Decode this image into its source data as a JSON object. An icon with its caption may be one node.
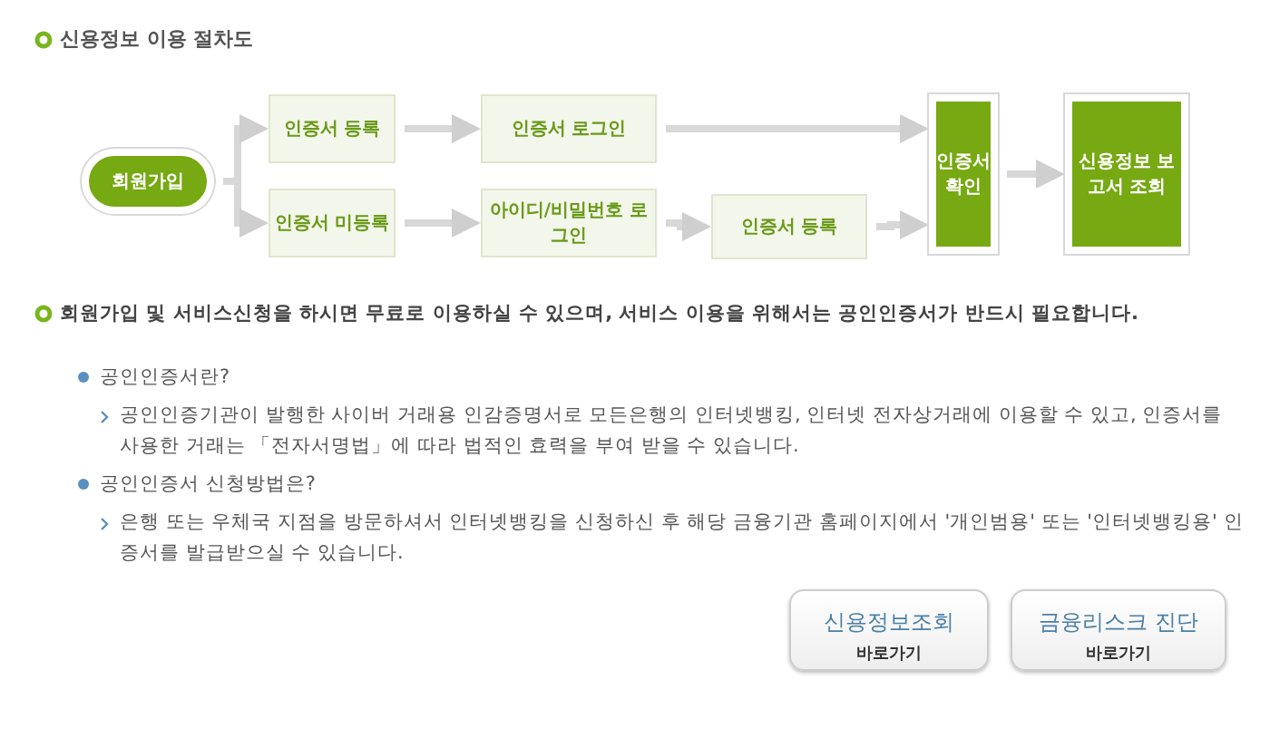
{
  "diagram": {
    "title": "신용정보 이용 절차도",
    "nodes": [
      {
        "text": [
          "회원가입"
        ]
      },
      {
        "text": [
          "인증서 등록"
        ]
      },
      {
        "text": [
          "인증서 로그인"
        ]
      },
      {
        "text": [
          "인증서 미등록"
        ]
      },
      {
        "text": [
          "아이디/비밀번호 로그인"
        ]
      },
      {
        "text": [
          "인증서 등록"
        ]
      },
      {
        "text": [
          "인증서 확인"
        ]
      },
      {
        "text": [
          "신용정보 보고서 조회"
        ]
      },
      {
        "text": [
          "신용정보조회",
          "바로가기"
        ]
      },
      {
        "text": [
          "금융리스크 진단",
          "바로가기"
        ]
      }
    ],
    "edges": [
      {
        "from": 0,
        "to": 1,
        "arrow": "to"
      },
      {
        "from": 0,
        "to": 3,
        "arrow": "to"
      },
      {
        "from": 1,
        "to": 2,
        "arrow": "to"
      },
      {
        "from": 2,
        "to": 6,
        "arrow": "to"
      },
      {
        "from": 3,
        "to": 4,
        "arrow": "to"
      },
      {
        "from": 4,
        "to": 5,
        "arrow": "to"
      },
      {
        "from": 5,
        "to": 6,
        "arrow": "to"
      },
      {
        "from": 6,
        "to": 7,
        "arrow": "to"
      }
    ],
    "labels": [
      "회원가입 및 서비스신청을 하시면 무료로 이용하실 수 있으며, 서비스 이용을 위해서는 공인인증서가 반드시 필요합니다.",
      "공인인증서란?",
      "공인인증기관이 발행한 사이버 거래용 인감증명서로 모든은행의 인터넷뱅킹, 인터넷 전자상거래에 이용할 수 있고, 인증서를 사용한 거래는 「전자서명법」에 따라 법적인 효력을 부여 받을 수 있습니다.",
      "공인인증서 신청방법은?",
      "은행 또는 우체국 지점을 방문하셔서 인터넷뱅킹을 신청하신 후 해당 금융기관 홈페이지에서 '개인범용' 또는 '인터넷뱅킹용' 인증서를 발급받으실 수 있습니다."
    ]
  }
}
